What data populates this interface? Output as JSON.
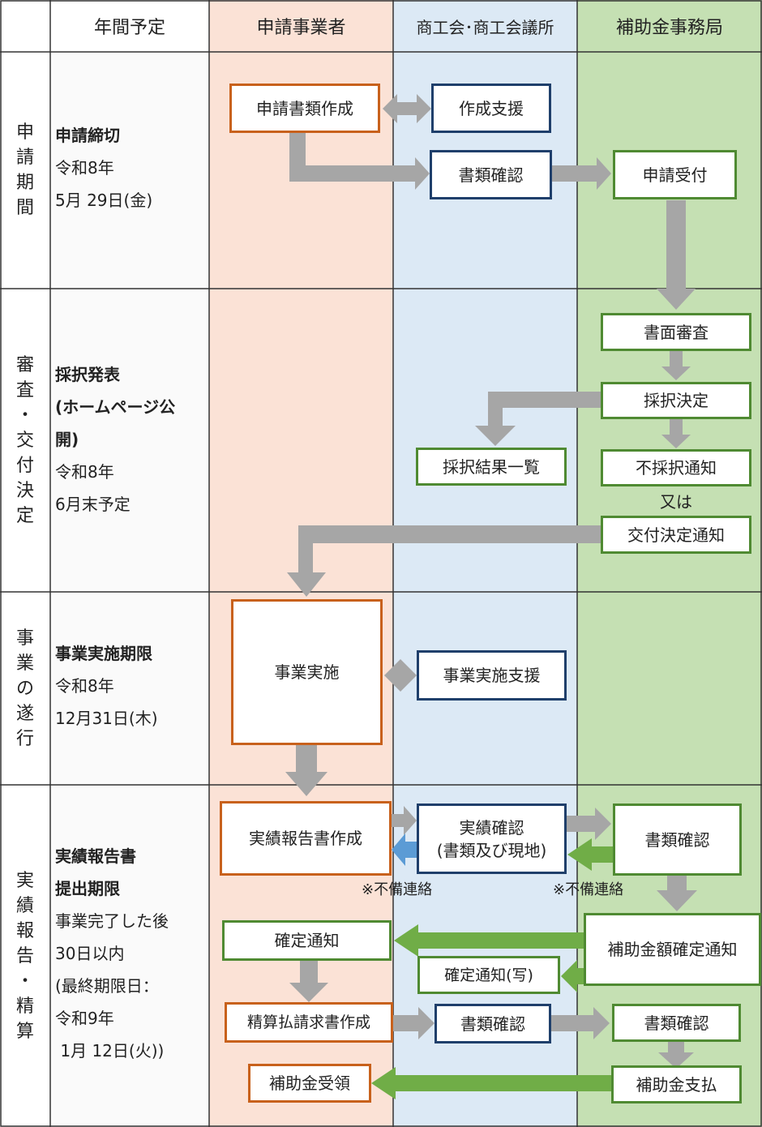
{
  "header": {
    "schedule": "年間予定",
    "applicant": "申請事業者",
    "chamber": "商工会･商工会議所",
    "office": "補助金事務局"
  },
  "phases": [
    {
      "label_chars": [
        "申",
        "請",
        "期",
        "間"
      ],
      "schedule": {
        "bold": [
          "申請締切"
        ],
        "normal": [
          "令和8年",
          "5月 29日(金)"
        ]
      }
    },
    {
      "label_chars": [
        "審",
        "査",
        "・",
        "交",
        "付",
        "決",
        "定"
      ],
      "schedule": {
        "bold": [
          "採択発表",
          "(ホームページ公",
          "開)"
        ],
        "normal": [
          "令和8年",
          "6月末予定"
        ]
      }
    },
    {
      "label_chars": [
        "事",
        "業",
        "の",
        "遂",
        "行"
      ],
      "schedule": {
        "bold": [
          "事業実施期限"
        ],
        "normal": [
          "令和8年",
          "12月31日(木)"
        ]
      }
    },
    {
      "label_chars": [
        "実",
        "績",
        "報",
        "告",
        "・",
        "精",
        "算"
      ],
      "schedule": {
        "bold": [
          "実績報告書",
          "提出期限"
        ],
        "normal": [
          "事業完了した後",
          "30日以内",
          "(最終期限日：",
          "令和9年",
          " 1月 12日(火))"
        ]
      }
    }
  ],
  "nodes": {
    "app_create": "申請書類作成",
    "support_create": "作成支援",
    "doc_check_1": "書類確認",
    "accept": "申請受付",
    "paper_review": "書面審査",
    "adoption_decision": "採択決定",
    "adoption_list": "採択結果一覧",
    "rejection_notice": "不採択通知",
    "or_label": "又は",
    "grant_decision_notice": "交付決定通知",
    "implementation": "事業実施",
    "implementation_support": "事業実施支援",
    "report_create": "実績報告書作成",
    "report_check_line1": "実績確認",
    "report_check_line2": "(書類及び現地)",
    "doc_check_office_1": "書類確認",
    "note_chamber": "※不備連絡",
    "note_office": "※不備連絡",
    "final_notice": "確定通知",
    "amount_final_notice": "補助金額確定通知",
    "final_notice_copy": "確定通知(写)",
    "claim_create": "精算払請求書作成",
    "doc_check_2": "書類確認",
    "doc_check_office_2": "書類確認",
    "receive": "補助金受領",
    "payment": "補助金支払"
  },
  "colors": {
    "applicant_bg": "#fbe2d6",
    "chamber_bg": "#dce9f5",
    "office_bg": "#c5e0b3",
    "schedule_bg": "#fafafa",
    "orange_border": "#c8611c",
    "blue_border": "#1f3f6b",
    "green_border": "#4f8a32",
    "grey_arrow": "#a6a6a6",
    "green_arrow": "#70ad47",
    "blue_arrow": "#5b9bd5"
  }
}
